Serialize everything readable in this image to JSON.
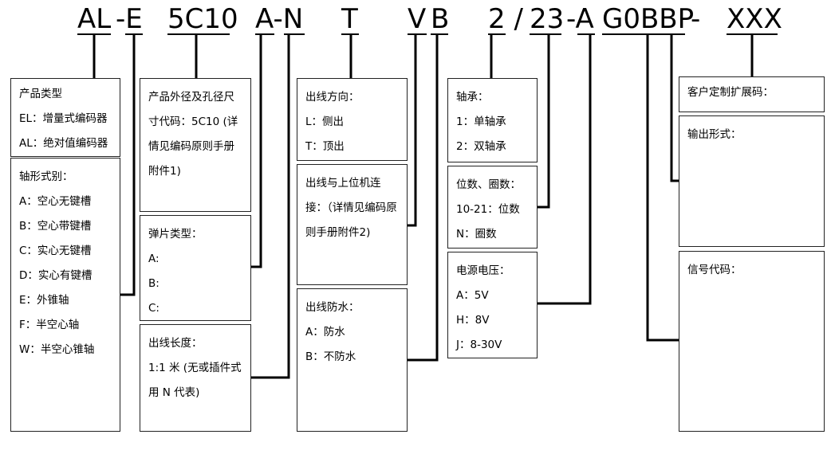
{
  "code_segments": {
    "al": "AL",
    "dash_e": "-E",
    "c10": "5C10",
    "an": "A-N",
    "t": "T",
    "v": "V",
    "b": "B",
    "two_slash": "2 /",
    "n23": "23",
    "dash_a": "-A",
    "g0bbp": "G0BBP",
    "dash": "-",
    "xxx": "XXX"
  },
  "boxes": {
    "product_type": {
      "title": "产品类型",
      "lines": [
        "EL：增量式编码器",
        "AL：绝对值编码器"
      ]
    },
    "shaft_type": {
      "title": "轴形式别：",
      "lines": [
        "A：空心无键槽",
        "B：空心带键槽",
        "C：实心无键槽",
        "D：实心有键槽",
        "E：外锥轴",
        "F：半空心轴",
        "W：半空心锥轴"
      ]
    },
    "outer_diameter": {
      "text": "产品外径及孔径尺寸代码：5C10 (详情见编码原则手册附件1)"
    },
    "spring_type": {
      "title": "弹片类型：",
      "lines": [
        "A:",
        "B:",
        "C:"
      ]
    },
    "cable_length": {
      "title": "出线长度：",
      "text": "1:1 米 (无或插件式用 N 代表)"
    },
    "outlet_direction": {
      "title": "出线方向：",
      "lines": [
        "L：侧出",
        "T：顶出"
      ]
    },
    "host_connection": {
      "text": "出线与上位机连接：（详情见编码原则手册附件2)"
    },
    "waterproof": {
      "title": "出线防水：",
      "lines": [
        "A：防水",
        "B：不防水"
      ]
    },
    "bearing": {
      "title": "轴承：",
      "lines": [
        "1：单轴承",
        "2：双轴承"
      ]
    },
    "bits_turns": {
      "title": "位数、圈数：",
      "lines": [
        "10-21：位数",
        "N：圈数"
      ]
    },
    "supply_voltage": {
      "title": "电源电压：",
      "lines": [
        "A：5V",
        "H：8V",
        "J：8-30V"
      ]
    },
    "custom_code": {
      "title": "客户定制扩展码："
    },
    "output_form": {
      "title": "输出形式："
    },
    "signal_code": {
      "title": "信号代码："
    }
  }
}
